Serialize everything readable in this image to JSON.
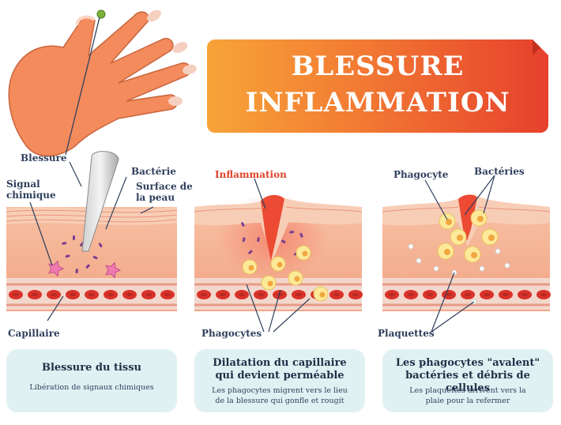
{
  "banner": {
    "line1": "BLESSURE",
    "line2": "INFLAMMATION"
  },
  "labels": {
    "blessure": "Blessure",
    "signal_chimique_1": "Signal",
    "signal_chimique_2": "chimique",
    "bacterie": "Bactérie",
    "surface_1": "Surface de",
    "surface_2": "la peau",
    "capillaire": "Capillaire",
    "inflammation": "Inflammation",
    "phagocytes": "Phagocytes",
    "phagocyte": "Phagocyte",
    "bacteries": "Bactéries",
    "plaquettes": "Plaquettes"
  },
  "cards": [
    {
      "title": [
        "Blessure du tissu"
      ],
      "text": [
        "Libération de signaux chimiques"
      ]
    },
    {
      "title": [
        "Dilatation du capillaire",
        "qui devient perméable"
      ],
      "text": [
        "Les phagocytes migrent vers le lieu",
        "de la blessure qui gonfle et rougit"
      ]
    },
    {
      "title": [
        "Les phagocytes \"avalent\"",
        "bactéries et débris de cellules"
      ],
      "text": [
        "Les plaquettes arrivent vers la",
        "plaie pour la refermer"
      ]
    }
  ],
  "colors": {
    "banner_start": "#f7a438",
    "banner_end": "#e6402c",
    "tissue": "#f6b192",
    "skin_top": "#f8c9b0",
    "blood_cell": "#d9322a",
    "bacteria": "#7a3d8f",
    "phagocyte": "#fde99a",
    "card_bg": "#e1f1f3",
    "label_text": "#2f3f5c",
    "inflammation_label": "#e0442b"
  }
}
